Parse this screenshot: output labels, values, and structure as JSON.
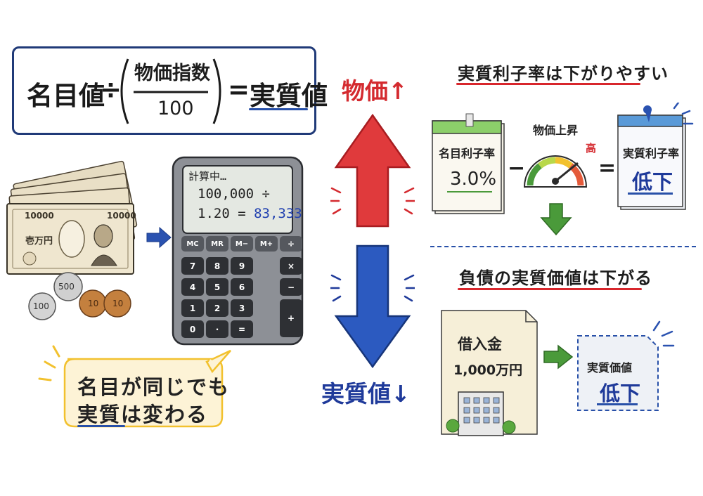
{
  "formula": {
    "nominal": "名目値",
    "divide": "÷",
    "price_index": "物価指数",
    "hundred": "100",
    "equals": "=",
    "real": "実質値"
  },
  "calculator": {
    "line1": "計算中…",
    "line2": "100,000 ÷",
    "line3_prefix": "1.20 = ",
    "line3_result": "83,333",
    "keys": [
      "MC",
      "MR",
      "M−",
      "M+",
      "÷",
      "7",
      "8",
      "9",
      "×",
      "4",
      "5",
      "6",
      "−",
      "1",
      "2",
      "3",
      "+",
      "0",
      "·",
      "="
    ]
  },
  "money": {
    "bill_number": "10000",
    "bill_label": "壱万円",
    "coin_500": "500",
    "coin_100": "100",
    "coin_10a": "10",
    "coin_10b": "10"
  },
  "bubble": {
    "line1": "名目が同じでも",
    "line2_real": "実質",
    "line2_rest": "は変わる"
  },
  "arrows": {
    "price_up": "物価↑",
    "real_down": "実質値↓"
  },
  "interest": {
    "heading": "実質利子率は下がりやすい",
    "nominal_label": "名目利子率",
    "nominal_value": "3.0%",
    "minus": "−",
    "gauge_label": "物価上昇",
    "gauge_high": "高",
    "equals": "=",
    "real_label": "実質利子率",
    "real_value": "低下"
  },
  "debt": {
    "heading": "負債の実質価値は下がる",
    "loan_label": "借入金",
    "loan_value": "1,000万円",
    "real_label": "実質価値",
    "real_value": "低下"
  },
  "colors": {
    "navy": "#203a78",
    "red": "#d42a2f",
    "blue": "#1f3a9a",
    "green": "#4a9a3a",
    "yellow": "#f2c12e"
  }
}
